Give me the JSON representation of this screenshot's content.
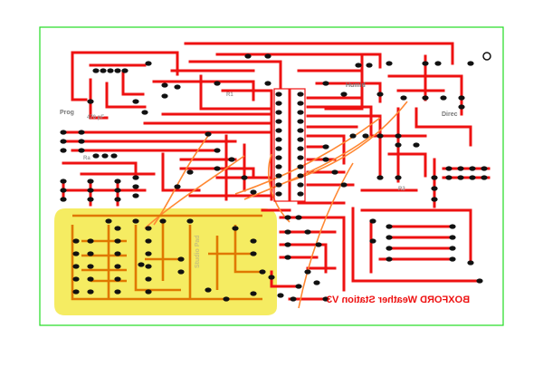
{
  "board": {
    "title": "BOXFORD Weather Station V3",
    "border_color": "#22dd22",
    "trace_color": "#ee1111",
    "jumper_color": "#ff8833",
    "highlight_color": "#f4ea55",
    "highlight_trace_color": "#e07800",
    "pad_color": "#111111"
  },
  "labels": {
    "humid": "Humid",
    "prog": "Prog",
    "direc": "Direc",
    "cap": "470 pF",
    "ra": "Ra",
    "r1": "R1",
    "r2": "R2",
    "studio_pad": "Studio Pad"
  }
}
